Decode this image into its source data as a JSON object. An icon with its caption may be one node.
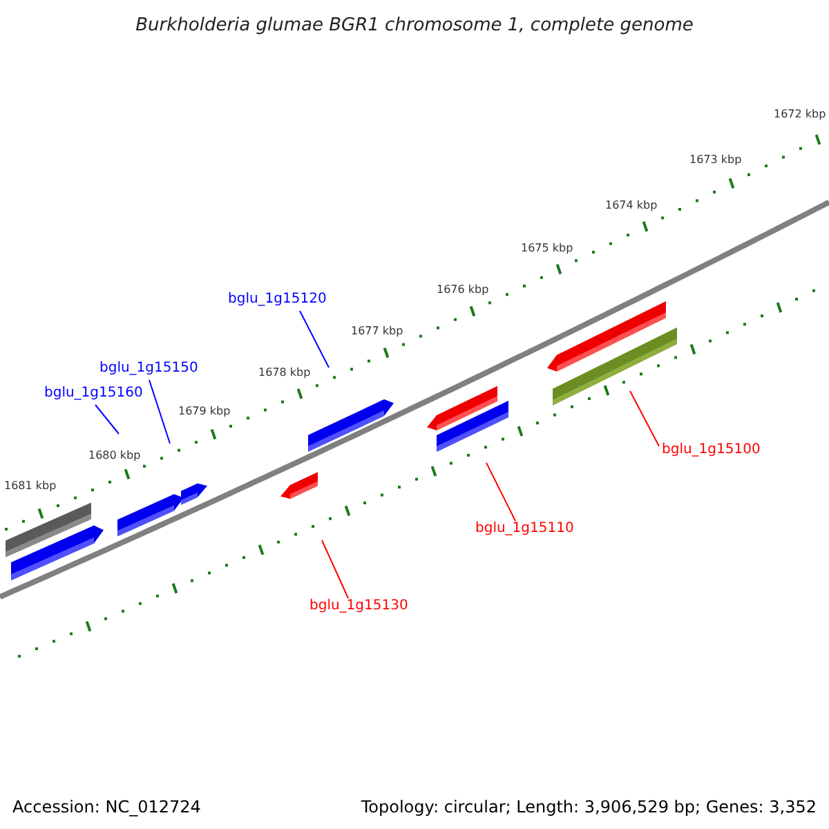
{
  "diagram": {
    "title": "Burkholderia glumae BGR1 chromosome 1, complete genome",
    "nodes": [
      {
        "text": [
          "bglu_1g15120"
        ]
      },
      {
        "text": [
          "bglu_1g15150"
        ]
      },
      {
        "text": [
          "bglu_1g15160"
        ]
      },
      {
        "text": [
          "bglu_1g15100"
        ]
      },
      {
        "text": [
          "bglu_1g15110"
        ]
      },
      {
        "text": [
          "bglu_1g15130"
        ]
      }
    ],
    "edges": [
      {
        "from": 0,
        "to": null,
        "arrow": "none",
        "color": "#0000ff"
      },
      {
        "from": 1,
        "to": null,
        "arrow": "none",
        "color": "#0000ff"
      },
      {
        "from": 2,
        "to": null,
        "arrow": "none",
        "color": "#0000ff"
      },
      {
        "from": 3,
        "to": null,
        "arrow": "none",
        "color": "#ff0000"
      },
      {
        "from": 4,
        "to": null,
        "arrow": "none",
        "color": "#ff0000"
      },
      {
        "from": 5,
        "to": null,
        "arrow": "none",
        "color": "#ff0000"
      }
    ],
    "labels": [
      "1672 kbp",
      "1673 kbp",
      "1674 kbp",
      "1675 kbp",
      "1676 kbp",
      "1677 kbp",
      "1678 kbp",
      "1679 kbp",
      "1680 kbp",
      "1681 kbp",
      "Accession: NC_012724",
      "Topology: circular; Length: 3,906,529 bp; Genes: 3,352"
    ]
  }
}
